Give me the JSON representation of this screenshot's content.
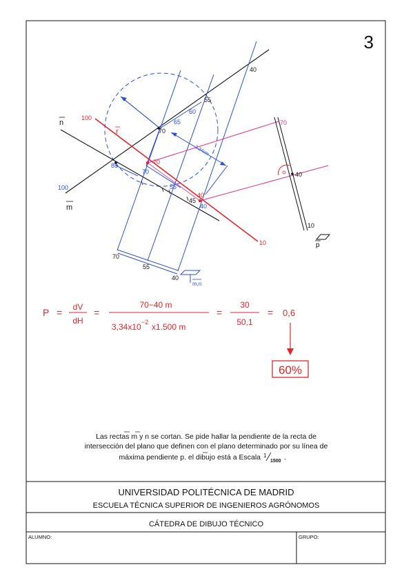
{
  "sheet": {
    "number": "3"
  },
  "drawing": {
    "line_labels": {
      "n": "n",
      "m": "m",
      "r": "r",
      "p": "p",
      "plane_mn": "m,n"
    },
    "elevations": {
      "n_top": "40",
      "n_mid": "55",
      "n_intersection": "70",
      "m_cut": "85",
      "m_end": "100",
      "r_start": "100",
      "r_70": "70",
      "r_40": "40",
      "r_end": "10",
      "m_45": "45",
      "circle_65": "65",
      "circle_60": "60",
      "blue_70": "70",
      "blue_55": "55",
      "blue_40": "40",
      "base_70": "70",
      "base_55": "55",
      "base_40": "40",
      "p_70": "70",
      "p_40": "40",
      "p_10": "10"
    },
    "dimension_text": "3,34cm"
  },
  "formula": {
    "P": "P",
    "eq": "=",
    "dV": "dV",
    "dH": "dH",
    "num": "70−40  m",
    "den_a": "3,34x10",
    "den_exp": "−2",
    "den_b": "x1.500  m",
    "num2": "30",
    "den2": "50,1",
    "result": "0,6",
    "percent": "60%"
  },
  "statement": {
    "line1": "Las rectas m y n se cortan. Se pide hallar la pendiente de la recta de",
    "line2": "intersección del plano que definen con el plano determinado por su línea de",
    "line3_a": "máxima pendiente p. el dibujo está a Escala",
    "scale_num": "1",
    "scale_den": "1500",
    "line3_end": "."
  },
  "title_block": {
    "university": "UNIVERSIDAD POLITÉCNICA DE MADRID",
    "school": "ESCUELA TÉCNICA SUPERIOR DE INGENIEROS AGRÓNOMOS",
    "department": "CÁTEDRA DE DIBUJO TÉCNICO",
    "alumno_label": "ALUMNO:",
    "grupo_label": "GRUPO:"
  },
  "colors": {
    "black": "#111111",
    "blue": "#2a4fd0",
    "red": "#e0262b",
    "magenta": "#e0308a"
  }
}
